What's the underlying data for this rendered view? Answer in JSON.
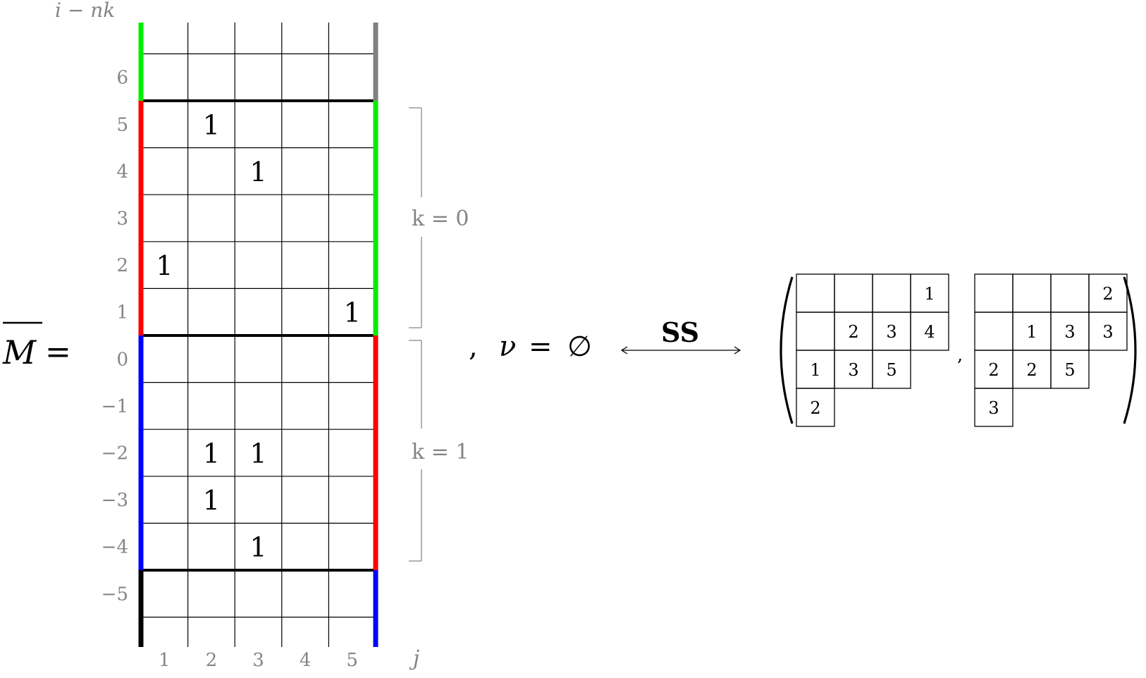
{
  "matrix_label": "M",
  "equals": "=",
  "axis": {
    "row_label": "i − nk",
    "col_label": "j",
    "row_ticks": [
      "6",
      "5",
      "4",
      "3",
      "2",
      "1",
      "0",
      "−1",
      "−2",
      "−3",
      "−4",
      "−5"
    ],
    "col_ticks": [
      "1",
      "2",
      "3",
      "4",
      "5"
    ]
  },
  "grid": {
    "ones_symbol": "1",
    "ones": [
      {
        "row": "5",
        "col": "2"
      },
      {
        "row": "4",
        "col": "3"
      },
      {
        "row": "2",
        "col": "1"
      },
      {
        "row": "1",
        "col": "5"
      },
      {
        "row": "−2",
        "col": "2"
      },
      {
        "row": "−2",
        "col": "3"
      },
      {
        "row": "−3",
        "col": "2"
      },
      {
        "row": "−4",
        "col": "3"
      }
    ],
    "colors": {
      "green": "#00ee00",
      "red": "#ff0000",
      "blue": "#0000ff",
      "gray": "#808080",
      "black": "#000000"
    }
  },
  "braces": [
    {
      "label": "k = 0"
    },
    {
      "label": "k = 1"
    }
  ],
  "nu": {
    "comma": ",",
    "symbol": "ν",
    "equals": "=",
    "value": "∅"
  },
  "bijection": {
    "label": "SS"
  },
  "tableaux": {
    "separator": ",",
    "left": [
      [
        "",
        "",
        "",
        "1"
      ],
      [
        "",
        "2",
        "3",
        "4"
      ],
      [
        "1",
        "3",
        "5"
      ],
      [
        "2"
      ]
    ],
    "right": [
      [
        "",
        "",
        "",
        "2"
      ],
      [
        "",
        "1",
        "3",
        "3"
      ],
      [
        "2",
        "2",
        "5"
      ],
      [
        "3"
      ]
    ]
  }
}
